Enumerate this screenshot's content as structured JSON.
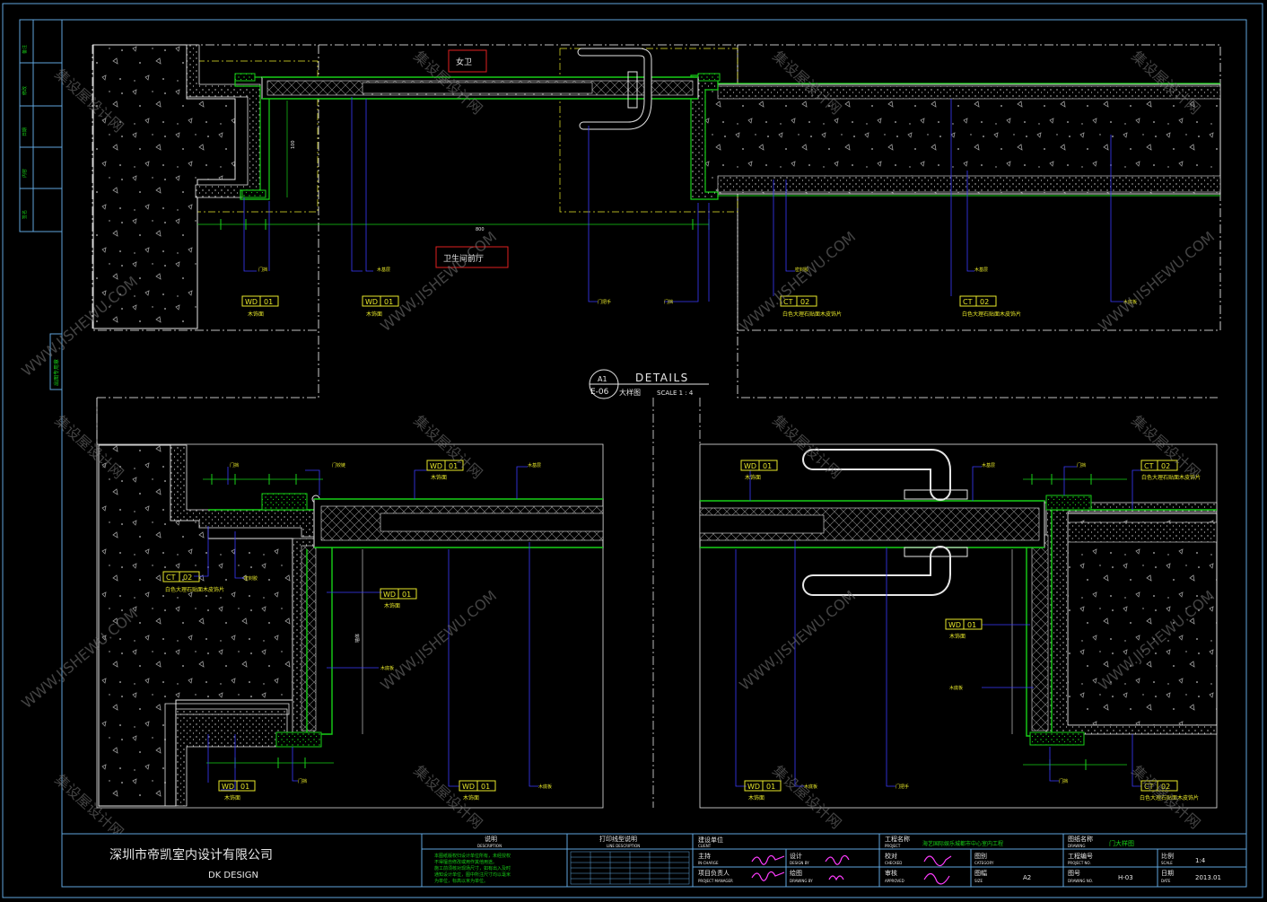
{
  "drawing": {
    "room_labels": {
      "female_toilet": "女卫",
      "toilet_anteroom": "卫生间前厅"
    },
    "detail_marker": {
      "number": "A1",
      "sheet": "E-06",
      "title": "DETAILS",
      "subtitle": "大样图",
      "scale": "SCALE  1 : 4"
    },
    "tags": {
      "wd": "WD",
      "wd_no": "01",
      "ct": "CT",
      "ct_no": "02"
    },
    "notes": {
      "wood_door": "木饰面",
      "stone": "白色大理石贴面",
      "stone_long": "白色大理石贴面木皮饰片",
      "frame": "木基层",
      "door_stop": "门挡",
      "hinge": "门铰链",
      "handle": "门把手",
      "wood_base": "木底板",
      "sealant": "密封胶"
    }
  },
  "left_strip": {
    "rows": [
      "备注",
      "修改",
      "日期",
      "内容",
      "签名"
    ],
    "stamp": "出图专用章"
  },
  "watermark": {
    "cn": "集设屋设计网",
    "en": "WWW.JISHEWU.COM"
  },
  "title_block": {
    "company_cn": "深圳市帝凯室内设计有限公司",
    "company_en": "DK    DESIGN",
    "notes_title": "说明",
    "notes_title_en": "DESCRIPTION",
    "notes_lines": [
      "本图纸版权归设计单位所有，未经授权",
      "不得擅自修改或用作其他用途。",
      "施工前须核对现场尺寸，如有出入及时",
      "通知设计单位，图中所注尺寸均以毫米",
      "为单位，标高以米为单位。"
    ],
    "print_title": "打印线型说明",
    "print_title_en": "LINE DESCRIPTION",
    "client_label": "建设单位",
    "client_label_en": "CLIENT",
    "director_label": "主持",
    "director_label_en": "IN-CHARGE",
    "pm_label": "项目负责人",
    "pm_label_en": "PROJECT MANAGER",
    "design_label": "设计",
    "design_label_en": "DESIGN BY",
    "draw_label": "绘图",
    "draw_label_en": "DRAWING BY",
    "project_label": "工程名称",
    "project_label_en": "PROJECT",
    "project_name": "海艺国际娱乐城都市中心室内工程",
    "check_label": "校对",
    "check_label_en": "CHECKED",
    "approve_label": "审核",
    "approve_label_en": "APPROVED",
    "category_label": "图别",
    "category_label_en": "CATEGORY",
    "sheet_label": "图幅",
    "sheet_label_en": "SIZE",
    "sheet_size": "A2",
    "drawing_name_label": "图纸名称",
    "drawing_name_label_en": "DRAWING",
    "drawing_name": "门大样图",
    "job_no_label": "工程编号",
    "job_no_label_en": "PROJECT NO.",
    "drawing_no_label": "图号",
    "drawing_no_label_en": "DRAWING NO.",
    "drawing_no": "H-03",
    "scale_label": "比例",
    "scale_label_en": "SCALE",
    "scale_value": "1:4",
    "date_label": "日期",
    "date_label_en": "DATE",
    "date_value": "2013.01"
  },
  "colors": {
    "background": "#000000",
    "frame": "#5fa5dd",
    "wall": "#e6e6e6",
    "green": "#17d017",
    "yellow": "#e8e82a",
    "blue_leader": "#3a3aff",
    "red_box": "#e02020",
    "magenta": "#ff3cff",
    "cyan": "#3cc8e6",
    "watermark": "#7a7a7a"
  }
}
